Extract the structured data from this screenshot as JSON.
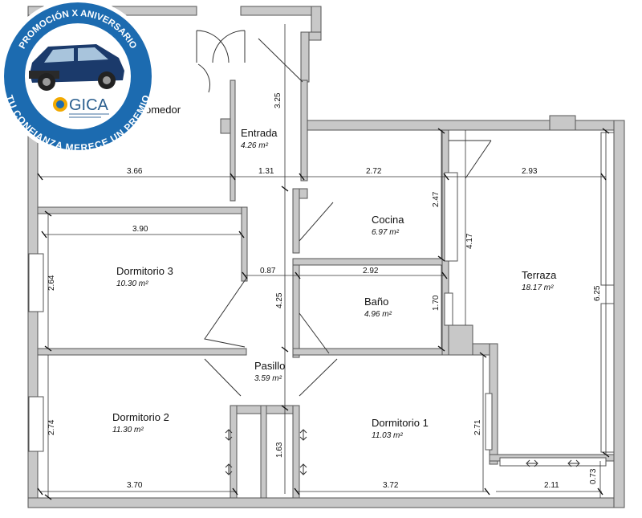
{
  "rooms": [
    {
      "name": "Comedor",
      "shown_name": "omedor",
      "area": ""
    },
    {
      "name": "Entrada",
      "area": "4.26 m²"
    },
    {
      "name": "Cocina",
      "area": "6.97 m²"
    },
    {
      "name": "Dormitorio 3",
      "area": "10.30 m²"
    },
    {
      "name": "Terraza",
      "area": "18.17 m²"
    },
    {
      "name": "Baño",
      "area": "4.96 m²"
    },
    {
      "name": "Pasillo",
      "area": "3.59 m²"
    },
    {
      "name": "Dormitorio 2",
      "area": "11.30 m²"
    },
    {
      "name": "Dormitorio 1",
      "area": "11.03 m²"
    }
  ],
  "dimensions": [
    "3.66",
    "1.31",
    "2.72",
    "2.93",
    "3.25",
    "2.47",
    "4.17",
    "6.25",
    "3.90",
    "2.64",
    "0.87",
    "2.92",
    "4.25",
    "1.70",
    "2.74",
    "1.63",
    "2.71",
    "0.73",
    "3.70",
    "3.72",
    "2.11"
  ],
  "badge": {
    "top_text": "PROMOCIÓN X ANIVERSARIO",
    "bottom_text": "TU CONFIANZA MERECE UN PREMIO",
    "logo_text": "GICA",
    "colors": {
      "ring": "#1c6bb0",
      "border": "#ffffff",
      "car": "#1b3a6b"
    }
  }
}
